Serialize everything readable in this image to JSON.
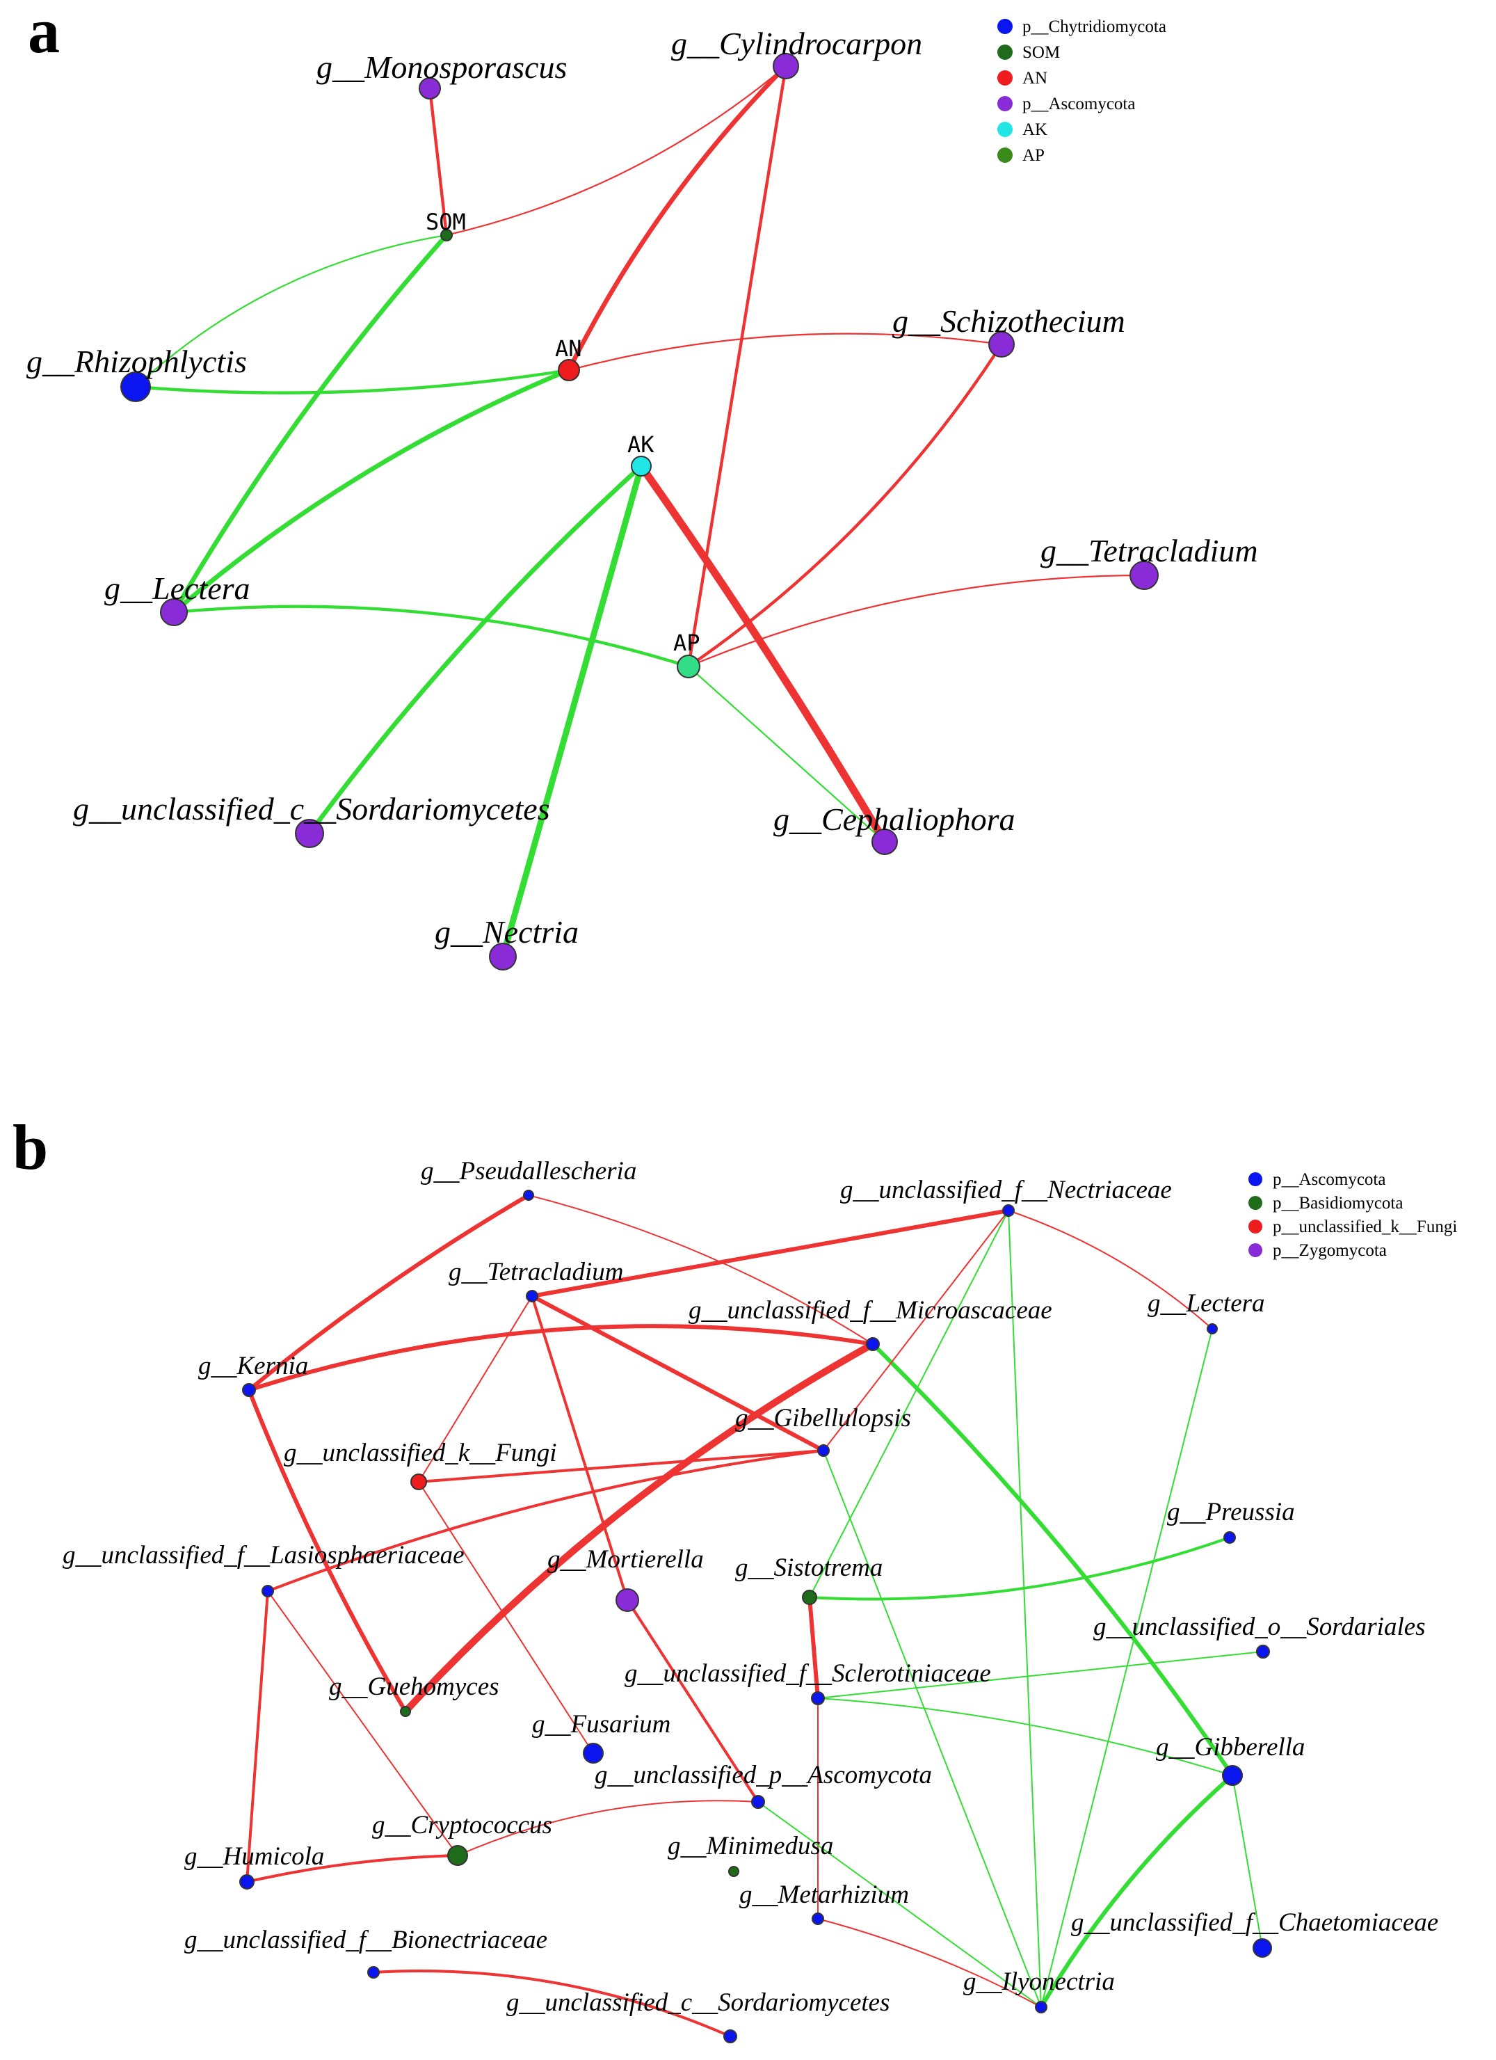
{
  "colors": {
    "positive_edge": "#ee3333",
    "negative_edge": "#33dd33"
  },
  "panels": [
    {
      "id": "a",
      "letter": "a",
      "legend": [
        {
          "label": "p__Chytridiomycota",
          "color": "#0a15f0"
        },
        {
          "label": "SOM",
          "color": "#1e6b1a"
        },
        {
          "label": "AN",
          "color": "#ee1c1c"
        },
        {
          "label": "p__Ascomycota",
          "color": "#8a2bd8"
        },
        {
          "label": "AK",
          "color": "#22e6e6"
        },
        {
          "label": "AP",
          "color": "#3a8a1a"
        }
      ],
      "nodes": [
        {
          "id": "monosporascus",
          "label": "g__Monosporascus",
          "kind": "genus",
          "color": "#8a2bd8"
        },
        {
          "id": "cylindrocarpon",
          "label": "g__Cylindrocarpon",
          "kind": "genus",
          "color": "#8a2bd8"
        },
        {
          "id": "SOM",
          "label": "SOM",
          "kind": "env",
          "color": "#1e6b1a"
        },
        {
          "id": "rhizophlyctis",
          "label": "g__Rhizophlyctis",
          "kind": "genus",
          "color": "#0a15f0"
        },
        {
          "id": "AN",
          "label": "AN",
          "kind": "env",
          "color": "#ee1c1c"
        },
        {
          "id": "schizothecium",
          "label": "g__Schizothecium",
          "kind": "genus",
          "color": "#8a2bd8"
        },
        {
          "id": "AK",
          "label": "AK",
          "kind": "env",
          "color": "#22e6e6"
        },
        {
          "id": "tetracladium",
          "label": "g__Tetracladium",
          "kind": "genus",
          "color": "#8a2bd8"
        },
        {
          "id": "lectera",
          "label": "g__Lectera",
          "kind": "genus",
          "color": "#8a2bd8"
        },
        {
          "id": "AP",
          "label": "AP",
          "kind": "env",
          "color": "#33dd88"
        },
        {
          "id": "unc_sordario",
          "label": "g__unclassified_c__Sordariomycetes",
          "kind": "genus",
          "color": "#8a2bd8"
        },
        {
          "id": "cephaliophora",
          "label": "g__Cephaliophora",
          "kind": "genus",
          "color": "#8a2bd8"
        },
        {
          "id": "nectria",
          "label": "g__Nectria",
          "kind": "genus",
          "color": "#8a2bd8"
        }
      ],
      "edges": [
        {
          "from": "monosporascus",
          "to": "SOM",
          "sign": "positive",
          "weight": 2
        },
        {
          "from": "SOM",
          "to": "cylindrocarpon",
          "sign": "positive",
          "weight": 1
        },
        {
          "from": "AN",
          "to": "cylindrocarpon",
          "sign": "positive",
          "weight": 3
        },
        {
          "from": "AP",
          "to": "cylindrocarpon",
          "sign": "positive",
          "weight": 2
        },
        {
          "from": "SOM",
          "to": "rhizophlyctis",
          "sign": "negative",
          "weight": 1
        },
        {
          "from": "SOM",
          "to": "lectera",
          "sign": "negative",
          "weight": 3
        },
        {
          "from": "AN",
          "to": "rhizophlyctis",
          "sign": "negative",
          "weight": 2
        },
        {
          "from": "AN",
          "to": "lectera",
          "sign": "negative",
          "weight": 3
        },
        {
          "from": "AN",
          "to": "schizothecium",
          "sign": "positive",
          "weight": 1
        },
        {
          "from": "AP",
          "to": "schizothecium",
          "sign": "positive",
          "weight": 2
        },
        {
          "from": "AK",
          "to": "unc_sordario",
          "sign": "negative",
          "weight": 3
        },
        {
          "from": "AK",
          "to": "nectria",
          "sign": "negative",
          "weight": 4
        },
        {
          "from": "AK",
          "to": "cephaliophora",
          "sign": "positive",
          "weight": 5
        },
        {
          "from": "AP",
          "to": "tetracladium",
          "sign": "positive",
          "weight": 1
        },
        {
          "from": "AP",
          "to": "lectera",
          "sign": "negative",
          "weight": 2
        },
        {
          "from": "AP",
          "to": "cephaliophora",
          "sign": "negative",
          "weight": 1
        }
      ]
    },
    {
      "id": "b",
      "letter": "b",
      "legend": [
        {
          "label": "p__Ascomycota",
          "color": "#0a15f0"
        },
        {
          "label": "p__Basidiomycota",
          "color": "#1e6b1a"
        },
        {
          "label": "p__unclassified_k__Fungi",
          "color": "#ee1c1c"
        },
        {
          "label": "p__Zygomycota",
          "color": "#8a2bd8"
        }
      ],
      "nodes": [
        {
          "id": "pseudallescheria",
          "label": "g__Pseudallescheria",
          "color": "#0a15f0"
        },
        {
          "id": "unc_nectriaceae",
          "label": "g__unclassified_f__Nectriaceae",
          "color": "#0a15f0"
        },
        {
          "id": "tetracladium",
          "label": "g__Tetracladium",
          "color": "#0a15f0"
        },
        {
          "id": "unc_microascaceae",
          "label": "g__unclassified_f__Microascaceae",
          "color": "#0a15f0"
        },
        {
          "id": "lectera",
          "label": "g__Lectera",
          "color": "#0a15f0"
        },
        {
          "id": "kernia",
          "label": "g__Kernia",
          "color": "#0a15f0"
        },
        {
          "id": "gibellulopsis",
          "label": "g__Gibellulopsis",
          "color": "#0a15f0"
        },
        {
          "id": "unc_fungi",
          "label": "g__unclassified_k__Fungi",
          "color": "#ee1c1c"
        },
        {
          "id": "preussia",
          "label": "g__Preussia",
          "color": "#0a15f0"
        },
        {
          "id": "unc_lasiosphaeriaceae",
          "label": "g__unclassified_f__Lasiosphaeriaceae",
          "color": "#0a15f0"
        },
        {
          "id": "mortierella",
          "label": "g__Mortierella",
          "color": "#8a2bd8"
        },
        {
          "id": "sistotrema",
          "label": "g__Sistotrema",
          "color": "#1e6b1a"
        },
        {
          "id": "unc_sordariales",
          "label": "g__unclassified_o__Sordariales",
          "color": "#0a15f0"
        },
        {
          "id": "unc_sclerotiniaceae",
          "label": "g__unclassified_f__Sclerotiniaceae",
          "color": "#0a15f0"
        },
        {
          "id": "guehomyces",
          "label": "g__Guehomyces",
          "color": "#1e6b1a"
        },
        {
          "id": "fusarium",
          "label": "g__Fusarium",
          "color": "#0a15f0"
        },
        {
          "id": "gibberella",
          "label": "g__Gibberella",
          "color": "#0a15f0"
        },
        {
          "id": "unc_ascomycota",
          "label": "g__unclassified_p__Ascomycota",
          "color": "#0a15f0"
        },
        {
          "id": "cryptococcus",
          "label": "g__Cryptococcus",
          "color": "#1e6b1a"
        },
        {
          "id": "humicola",
          "label": "g__Humicola",
          "color": "#0a15f0"
        },
        {
          "id": "minimedusa",
          "label": "g__Minimedusa",
          "color": "#1e6b1a"
        },
        {
          "id": "metarhizium",
          "label": "g__Metarhizium",
          "color": "#0a15f0"
        },
        {
          "id": "unc_chaetomiaceae",
          "label": "g__unclassified_f__Chaetomiaceae",
          "color": "#0a15f0"
        },
        {
          "id": "unc_bionectriaceae",
          "label": "g__unclassified_f__Bionectriaceae",
          "color": "#0a15f0"
        },
        {
          "id": "ilyonectria",
          "label": "g__Ilyonectria",
          "color": "#0a15f0"
        },
        {
          "id": "unc_sordariomycetes",
          "label": "g__unclassified_c__Sordariomycetes",
          "color": "#0a15f0"
        }
      ],
      "edges": [
        {
          "from": "pseudallescheria",
          "to": "kernia",
          "sign": "positive",
          "weight": 3
        },
        {
          "from": "pseudallescheria",
          "to": "unc_microascaceae",
          "sign": "positive",
          "weight": 1
        },
        {
          "from": "tetracladium",
          "to": "unc_nectriaceae",
          "sign": "positive",
          "weight": 3
        },
        {
          "from": "tetracladium",
          "to": "gibellulopsis",
          "sign": "positive",
          "weight": 3
        },
        {
          "from": "tetracladium",
          "to": "unc_fungi",
          "sign": "positive",
          "weight": 1
        },
        {
          "from": "tetracladium",
          "to": "mortierella",
          "sign": "positive",
          "weight": 2
        },
        {
          "from": "kernia",
          "to": "unc_microascaceae",
          "sign": "positive",
          "weight": 3
        },
        {
          "from": "kernia",
          "to": "guehomyces",
          "sign": "positive",
          "weight": 3
        },
        {
          "from": "unc_microascaceae",
          "to": "guehomyces",
          "sign": "positive",
          "weight": 5
        },
        {
          "from": "unc_microascaceae",
          "to": "gibberella",
          "sign": "negative",
          "weight": 3
        },
        {
          "from": "unc_nectriaceae",
          "to": "lectera",
          "sign": "positive",
          "weight": 1
        },
        {
          "from": "unc_nectriaceae",
          "to": "gibellulopsis",
          "sign": "positive",
          "weight": 1
        },
        {
          "from": "unc_nectriaceae",
          "to": "sistotrema",
          "sign": "negative",
          "weight": 1
        },
        {
          "from": "unc_nectriaceae",
          "to": "ilyonectria",
          "sign": "negative",
          "weight": 1
        },
        {
          "from": "lectera",
          "to": "ilyonectria",
          "sign": "negative",
          "weight": 1
        },
        {
          "from": "gibellulopsis",
          "to": "unc_fungi",
          "sign": "positive",
          "weight": 2
        },
        {
          "from": "gibellulopsis",
          "to": "unc_lasiosphaeriaceae",
          "sign": "positive",
          "weight": 2
        },
        {
          "from": "gibellulopsis",
          "to": "ilyonectria",
          "sign": "negative",
          "weight": 1
        },
        {
          "from": "unc_fungi",
          "to": "fusarium",
          "sign": "positive",
          "weight": 1
        },
        {
          "from": "mortierella",
          "to": "unc_ascomycota",
          "sign": "positive",
          "weight": 2
        },
        {
          "from": "sistotrema",
          "to": "preussia",
          "sign": "negative",
          "weight": 2
        },
        {
          "from": "sistotrema",
          "to": "unc_sclerotiniaceae",
          "sign": "positive",
          "weight": 3
        },
        {
          "from": "unc_sclerotiniaceae",
          "to": "unc_sordariales",
          "sign": "negative",
          "weight": 1
        },
        {
          "from": "unc_sclerotiniaceae",
          "to": "gibberella",
          "sign": "negative",
          "weight": 1
        },
        {
          "from": "unc_sclerotiniaceae",
          "to": "metarhizium",
          "sign": "positive",
          "weight": 1
        },
        {
          "from": "unc_lasiosphaeriaceae",
          "to": "humicola",
          "sign": "positive",
          "weight": 2
        },
        {
          "from": "unc_lasiosphaeriaceae",
          "to": "cryptococcus",
          "sign": "positive",
          "weight": 1
        },
        {
          "from": "cryptococcus",
          "to": "unc_ascomycota",
          "sign": "positive",
          "weight": 1
        },
        {
          "from": "cryptococcus",
          "to": "humicola",
          "sign": "positive",
          "weight": 2
        },
        {
          "from": "unc_ascomycota",
          "to": "ilyonectria",
          "sign": "negative",
          "weight": 1
        },
        {
          "from": "metarhizium",
          "to": "ilyonectria",
          "sign": "positive",
          "weight": 1
        },
        {
          "from": "gibberella",
          "to": "ilyonectria",
          "sign": "negative",
          "weight": 3
        },
        {
          "from": "gibberella",
          "to": "unc_chaetomiaceae",
          "sign": "negative",
          "weight": 1
        },
        {
          "from": "unc_bionectriaceae",
          "to": "unc_sordariomycetes",
          "sign": "positive",
          "weight": 2
        }
      ]
    }
  ]
}
